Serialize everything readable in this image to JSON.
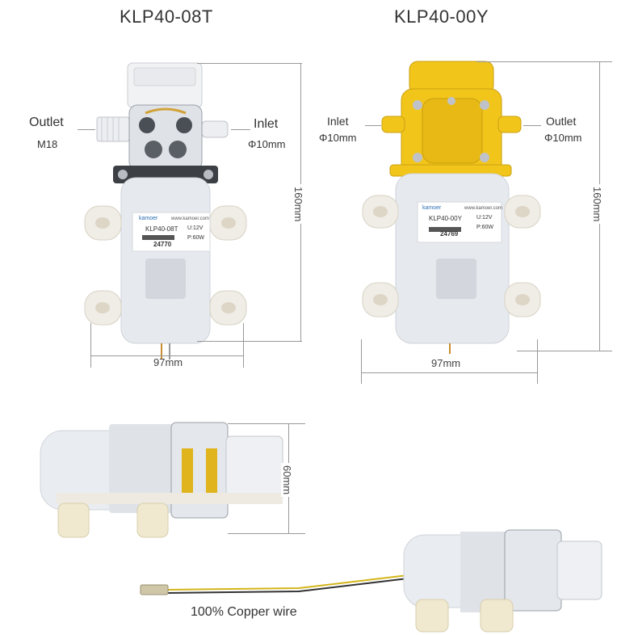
{
  "titles": {
    "left_model": "KLP40-08T",
    "right_model": "KLP40-00Y"
  },
  "left_pump": {
    "outlet_label": "Outlet",
    "outlet_size": "M18",
    "inlet_label": "Inlet",
    "inlet_size": "Φ10mm",
    "height": "160mm",
    "width": "97mm",
    "sticker": {
      "brand": "kamoer",
      "site": "www.kamoer.com",
      "model": "KLP40-08T",
      "voltage": "U:12V",
      "power": "P:60W",
      "serial": "24770"
    }
  },
  "right_pump": {
    "inlet_label": "Inlet",
    "inlet_size": "Φ10mm",
    "outlet_label": "Outlet",
    "outlet_size": "Φ10mm",
    "height": "160mm",
    "width": "97mm",
    "sticker": {
      "brand": "kamoer",
      "site": "www.kamoer.com",
      "model": "KLP40-00Y",
      "voltage": "U:12V",
      "power": "P:60W",
      "serial": "24769"
    }
  },
  "side_view": {
    "height": "60mm"
  },
  "caption": {
    "wire": "100% Copper wire"
  },
  "colors": {
    "translucent_body": "#e6e9ee",
    "yellow_head": "#f2c51a",
    "dimension_line": "#999999"
  }
}
